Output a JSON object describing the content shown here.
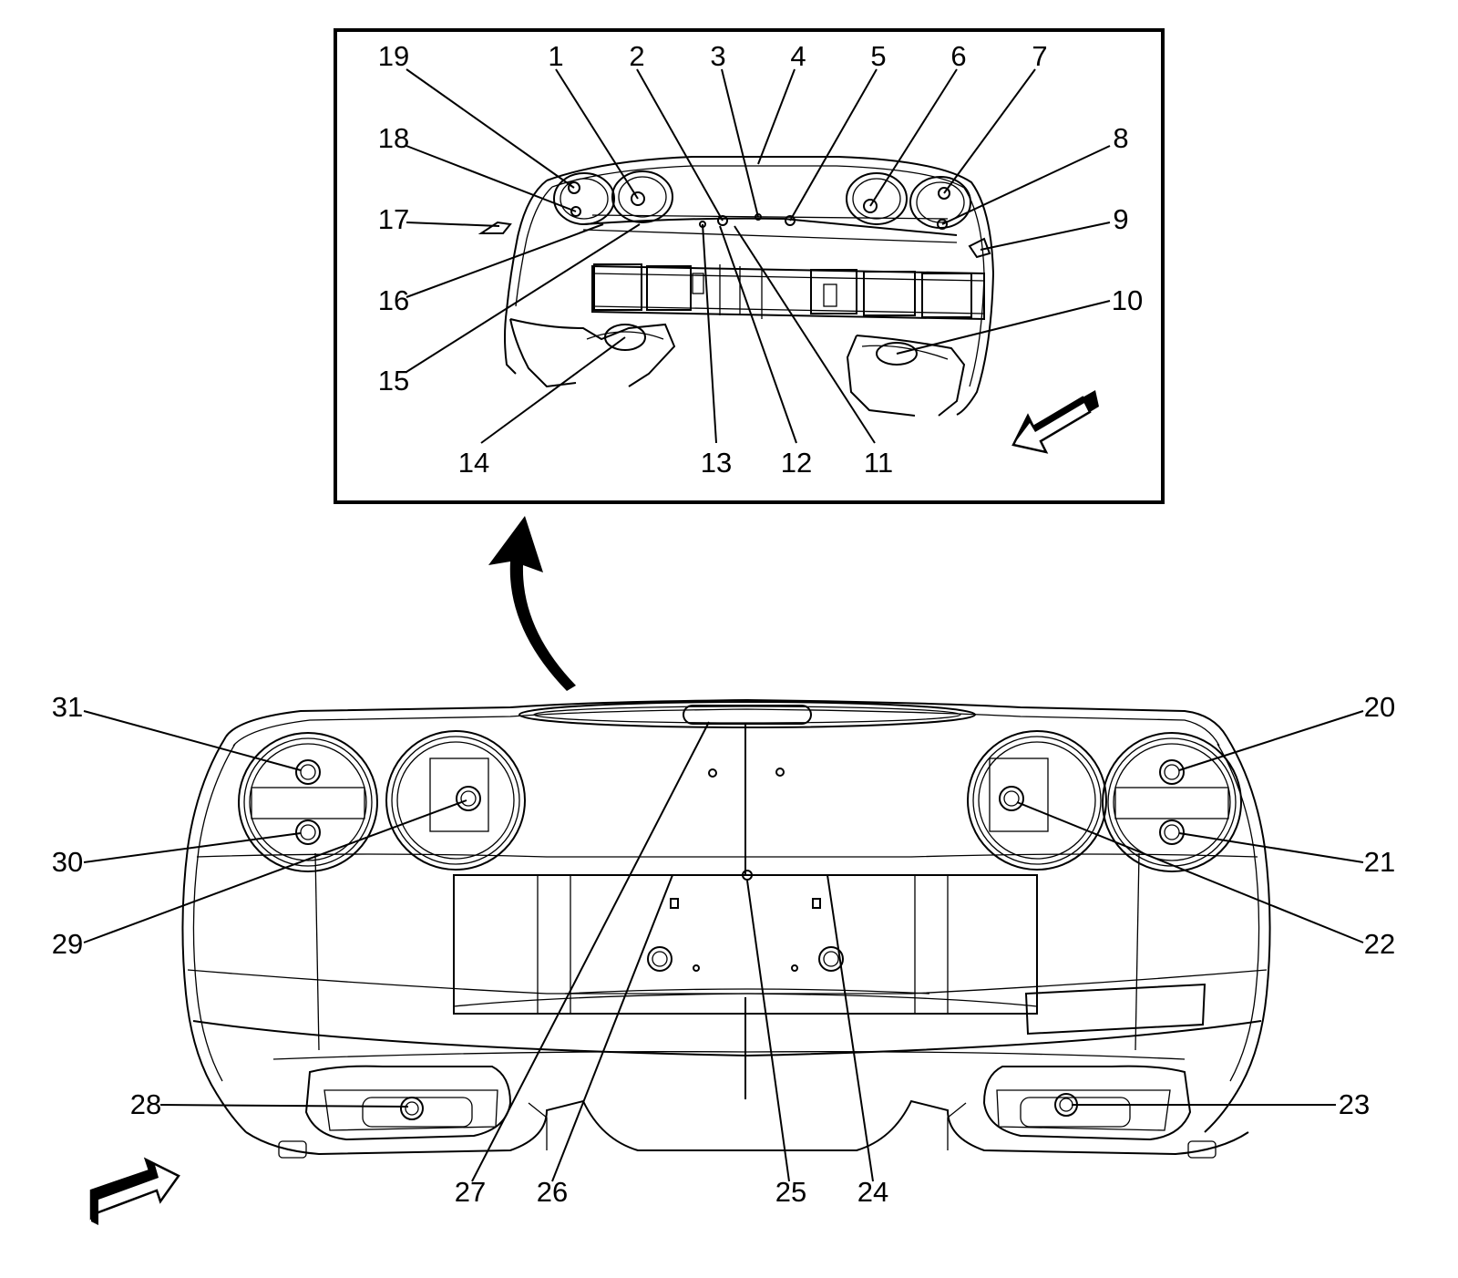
{
  "colors": {
    "ink": "#000000",
    "paper": "#ffffff"
  },
  "callouts": {
    "c1": "1",
    "c2": "2",
    "c3": "3",
    "c4": "4",
    "c5": "5",
    "c6": "6",
    "c7": "7",
    "c8": "8",
    "c9": "9",
    "c10": "10",
    "c11": "11",
    "c12": "12",
    "c13": "13",
    "c14": "14",
    "c15": "15",
    "c16": "16",
    "c17": "17",
    "c18": "18",
    "c19": "19",
    "c20": "20",
    "c21": "21",
    "c22": "22",
    "c23": "23",
    "c24": "24",
    "c25": "25",
    "c26": "26",
    "c27": "27",
    "c28": "28",
    "c29": "29",
    "c30": "30",
    "c31": "31"
  },
  "icons": {
    "detail_view_arrow": "curved-arrow-up-icon",
    "inset_direction_arrow": "direction-arrow-left-icon",
    "main_direction_arrow": "direction-arrow-right-icon"
  }
}
